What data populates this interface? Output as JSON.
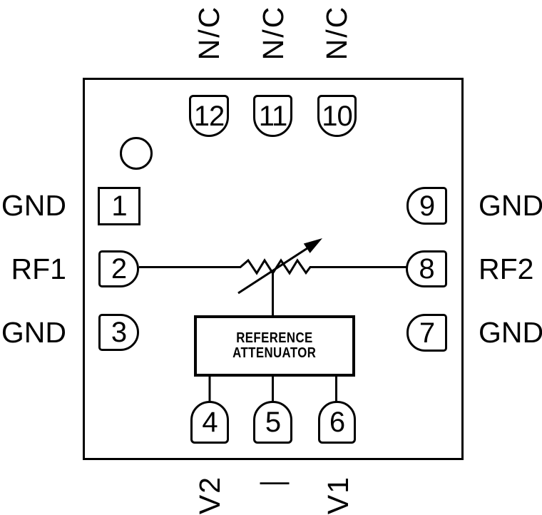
{
  "colors": {
    "ink": "#000000",
    "background": "#ffffff"
  },
  "pins": {
    "top": [
      {
        "number": "12",
        "label": "N/C"
      },
      {
        "number": "11",
        "label": "N/C"
      },
      {
        "number": "10",
        "label": "N/C"
      }
    ],
    "left": [
      {
        "number": "1",
        "label": "GND"
      },
      {
        "number": "2",
        "label": "RF1"
      },
      {
        "number": "3",
        "label": "GND"
      }
    ],
    "right": [
      {
        "number": "9",
        "label": "GND"
      },
      {
        "number": "8",
        "label": "RF2"
      },
      {
        "number": "7",
        "label": "GND"
      }
    ],
    "bottom": [
      {
        "number": "4",
        "label": "V2"
      },
      {
        "number": "5",
        "label": "—"
      },
      {
        "number": "6",
        "label": "V1"
      }
    ]
  },
  "block": {
    "line1": "REFERENCE",
    "line2": "ATTENUATOR"
  },
  "icons": {
    "pin1_indicator": "circle-marker",
    "variable_attenuator": "resistor-zigzag-with-diagonal-arrow"
  }
}
